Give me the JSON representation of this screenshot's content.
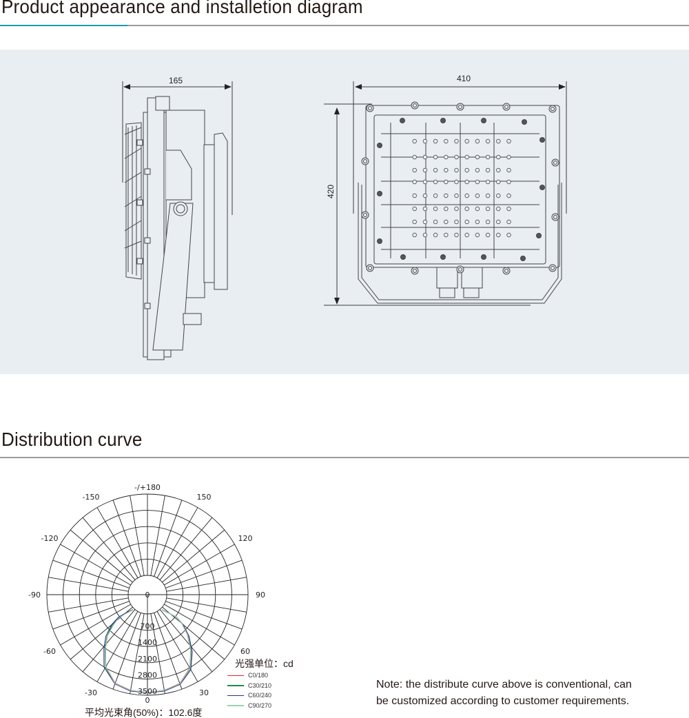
{
  "section1": {
    "title": "Product appearance and installetion diagram"
  },
  "diagram": {
    "side_width_label": "165",
    "front_width_label": "410",
    "front_height_label": "420",
    "led_rows": 8,
    "led_cols": 10
  },
  "section2": {
    "title": "Distribution curve"
  },
  "chart_data": {
    "type": "polar",
    "angle_labels": [
      {
        "angle": 180,
        "text": "-/+180"
      },
      {
        "angle": -150,
        "text": "-150"
      },
      {
        "angle": 150,
        "text": "150"
      },
      {
        "angle": -120,
        "text": "-120"
      },
      {
        "angle": 120,
        "text": "120"
      },
      {
        "angle": -90,
        "text": "-90"
      },
      {
        "angle": 90,
        "text": "90"
      },
      {
        "angle": -60,
        "text": "-60"
      },
      {
        "angle": 60,
        "text": "60"
      },
      {
        "angle": -30,
        "text": "-30"
      },
      {
        "angle": 30,
        "text": "30"
      },
      {
        "angle": 0,
        "text": "0"
      }
    ],
    "radial_ticks": [
      "0",
      "700",
      "1400",
      "2100",
      "2800",
      "3500"
    ],
    "radial_max": 3500,
    "unit_label": "光强单位：cd",
    "legend": [
      {
        "name": "C0/180",
        "color": "#e0242f"
      },
      {
        "name": "C30/210",
        "color": "#1e8a4a"
      },
      {
        "name": "C60/240",
        "color": "#2b2f8f"
      },
      {
        "name": "C90/270",
        "color": "#9ad3a8"
      }
    ],
    "series": [
      {
        "name": "C0/180",
        "points": [
          [
            -44,
            60
          ],
          [
            -50,
            400
          ],
          [
            -52,
            750
          ],
          [
            -49,
            1170
          ],
          [
            -44,
            1650
          ],
          [
            -38,
            2100
          ],
          [
            -30,
            2750
          ],
          [
            -20,
            3230
          ],
          [
            -10,
            3350
          ],
          [
            0,
            3380
          ],
          [
            10,
            3350
          ],
          [
            20,
            3240
          ],
          [
            30,
            2820
          ],
          [
            38,
            2200
          ],
          [
            45,
            1600
          ],
          [
            50,
            1100
          ],
          [
            52,
            700
          ],
          [
            49,
            350
          ],
          [
            44,
            60
          ]
        ]
      },
      {
        "name": "C30/210",
        "points": [
          [
            -44,
            80
          ],
          [
            -50,
            420
          ],
          [
            -52,
            780
          ],
          [
            -49,
            1190
          ],
          [
            -44,
            1680
          ],
          [
            -38,
            2130
          ],
          [
            -30,
            2780
          ],
          [
            -20,
            3250
          ],
          [
            -10,
            3360
          ],
          [
            0,
            3390
          ],
          [
            10,
            3360
          ],
          [
            20,
            3260
          ],
          [
            30,
            2850
          ],
          [
            38,
            2240
          ],
          [
            45,
            1640
          ],
          [
            50,
            1130
          ],
          [
            52,
            720
          ],
          [
            49,
            360
          ],
          [
            44,
            70
          ]
        ]
      },
      {
        "name": "C60/240",
        "points": [
          [
            -44,
            70
          ],
          [
            -50,
            410
          ],
          [
            -52,
            770
          ],
          [
            -50,
            1200
          ],
          [
            -45,
            1700
          ],
          [
            -39,
            2150
          ],
          [
            -31,
            2800
          ],
          [
            -20,
            3260
          ],
          [
            -10,
            3380
          ],
          [
            0,
            3400
          ],
          [
            10,
            3380
          ],
          [
            20,
            3280
          ],
          [
            30,
            2900
          ],
          [
            38,
            2300
          ],
          [
            45,
            1700
          ],
          [
            50,
            1180
          ],
          [
            52,
            760
          ],
          [
            49,
            380
          ],
          [
            44,
            80
          ]
        ]
      },
      {
        "name": "C90/270",
        "points": [
          [
            -44,
            90
          ],
          [
            -49,
            430
          ],
          [
            -51,
            790
          ],
          [
            -48,
            1150
          ],
          [
            -44,
            1650
          ],
          [
            -38,
            2100
          ],
          [
            -30,
            2760
          ],
          [
            -20,
            3240
          ],
          [
            -10,
            3355
          ],
          [
            0,
            3385
          ],
          [
            10,
            3355
          ],
          [
            20,
            3250
          ],
          [
            30,
            2830
          ],
          [
            38,
            2210
          ],
          [
            45,
            1610
          ],
          [
            50,
            1110
          ],
          [
            52,
            710
          ],
          [
            49,
            350
          ],
          [
            44,
            65
          ]
        ]
      }
    ],
    "beam_angle_caption": "平均光束角(50%)：102.6度"
  },
  "note": {
    "line1": "Note: the distribute curve above is conventional, can",
    "line2": "be customized according to customer requirements."
  }
}
